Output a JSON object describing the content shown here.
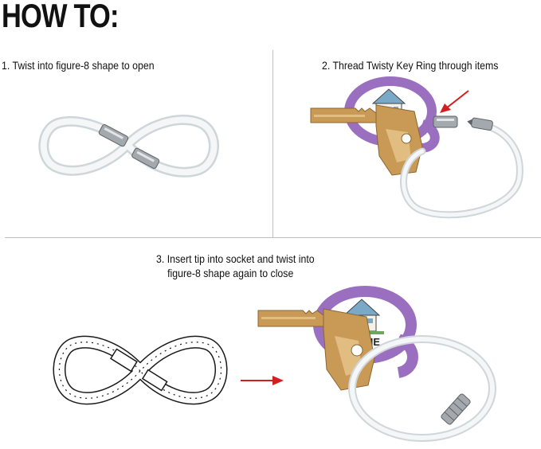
{
  "header": {
    "title": "HOW TO:"
  },
  "steps": [
    {
      "number": "1.",
      "text": "Twist into figure-8 shape to open"
    },
    {
      "number": "2.",
      "text": "Thread Twisty Key Ring through items"
    },
    {
      "number": "3.",
      "text_line1": "Insert tip into socket and twist into",
      "text_line2": "figure-8 shape again to close"
    }
  ],
  "keychain": {
    "label": "HOME"
  },
  "colors": {
    "arrow": "#d21f1f",
    "tag_purple": "#9b6fbf",
    "key_brass": "#c99a55",
    "ring_white": "#eef1f3"
  }
}
